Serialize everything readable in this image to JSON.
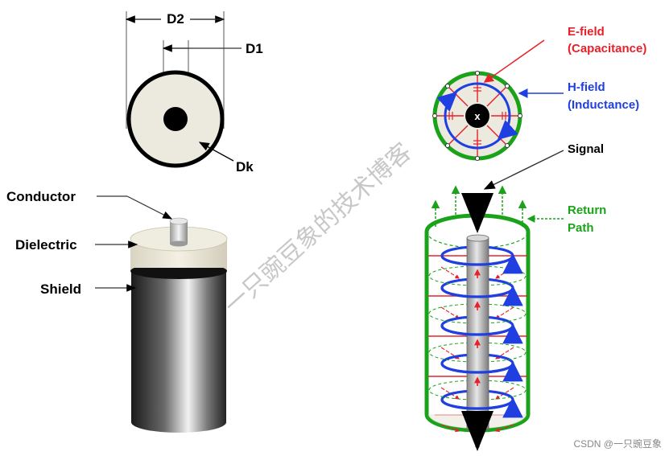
{
  "left_diagram": {
    "dim_outer": "D2",
    "dim_inner": "D1",
    "dielectric_constant": "Dk",
    "labels": {
      "conductor": "Conductor",
      "dielectric": "Dielectric",
      "shield": "Shield"
    }
  },
  "right_diagram": {
    "e_field_line1": "E-field",
    "e_field_line2": "(Capacitance)",
    "h_field_line1": "H-field",
    "h_field_line2": "(Inductance)",
    "center_mark": "x",
    "signal": "Signal",
    "return_line1": "Return",
    "return_line2": "Path"
  },
  "watermark": "一只豌豆象的技术博客",
  "credit": "CSDN @一只豌豆象",
  "colors": {
    "e_field": "#e8202a",
    "h_field": "#1f3fe0",
    "return_path": "#1aa31a",
    "dielectric_fill": "#ece9de"
  }
}
